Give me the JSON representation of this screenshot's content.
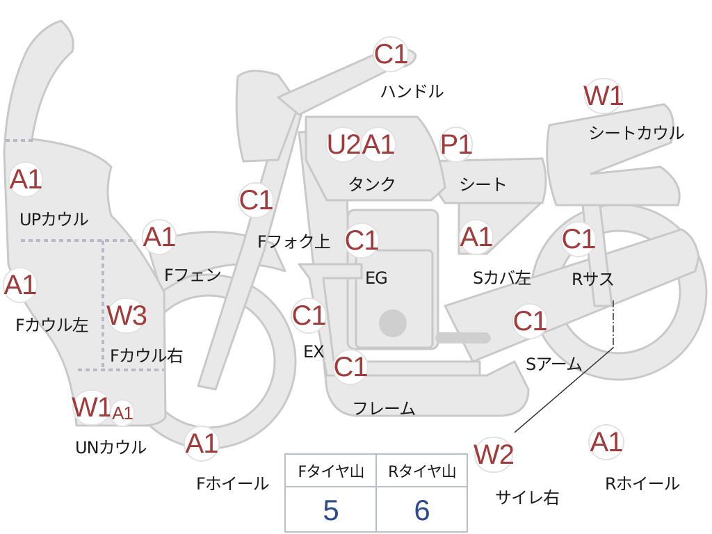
{
  "parts": [
    {
      "id": "handle",
      "label": "ハンドル",
      "codes": [
        "C1"
      ]
    },
    {
      "id": "seat-cowl",
      "label": "シートカウル",
      "codes": [
        "W1"
      ]
    },
    {
      "id": "tank",
      "label": "タンク",
      "codes": [
        "U2",
        "A1"
      ]
    },
    {
      "id": "seat",
      "label": "シート",
      "codes": [
        "P1"
      ]
    },
    {
      "id": "up-cowl",
      "label": "UPカウル",
      "codes": [
        "A1"
      ]
    },
    {
      "id": "f-fork-upper",
      "label": "Fフォク上",
      "codes": [
        "C1"
      ]
    },
    {
      "id": "f-fender",
      "label": "Fフェン",
      "codes": [
        "A1"
      ]
    },
    {
      "id": "engine",
      "label": "EG",
      "codes": [
        "C1"
      ]
    },
    {
      "id": "s-cover-left",
      "label": "Sカバ左",
      "codes": [
        "A1"
      ]
    },
    {
      "id": "r-suspension",
      "label": "Rサス",
      "codes": [
        "C1"
      ]
    },
    {
      "id": "f-cowl-left",
      "label": "Fカウル左",
      "codes": [
        "A1"
      ]
    },
    {
      "id": "f-cowl-right",
      "label": "Fカウル右",
      "codes": [
        "W3"
      ]
    },
    {
      "id": "exhaust",
      "label": "EX",
      "codes": [
        "C1"
      ]
    },
    {
      "id": "swingarm",
      "label": "Sアーム",
      "codes": [
        "C1"
      ]
    },
    {
      "id": "frame",
      "label": "フレーム",
      "codes": [
        "C1"
      ]
    },
    {
      "id": "under-cowl",
      "label": "UNカウル",
      "codes": [
        "W1",
        "A1"
      ]
    },
    {
      "id": "f-wheel",
      "label": "Fホイール",
      "codes": [
        "A1"
      ]
    },
    {
      "id": "silencer-right",
      "label": "サイレ右",
      "codes": [
        "W2"
      ]
    },
    {
      "id": "r-wheel",
      "label": "Rホイール",
      "codes": [
        "A1"
      ]
    }
  ],
  "tire_table": {
    "headers": [
      "Fタイヤ山",
      "Rタイヤ山"
    ],
    "values": [
      "5",
      "6"
    ]
  },
  "colors": {
    "body_fill": "#e9e9e9",
    "body_stroke": "#c9c9c9",
    "code_text": "#a33a3a",
    "table_value": "#2b4a8f",
    "table_border": "#b9bfcc"
  }
}
